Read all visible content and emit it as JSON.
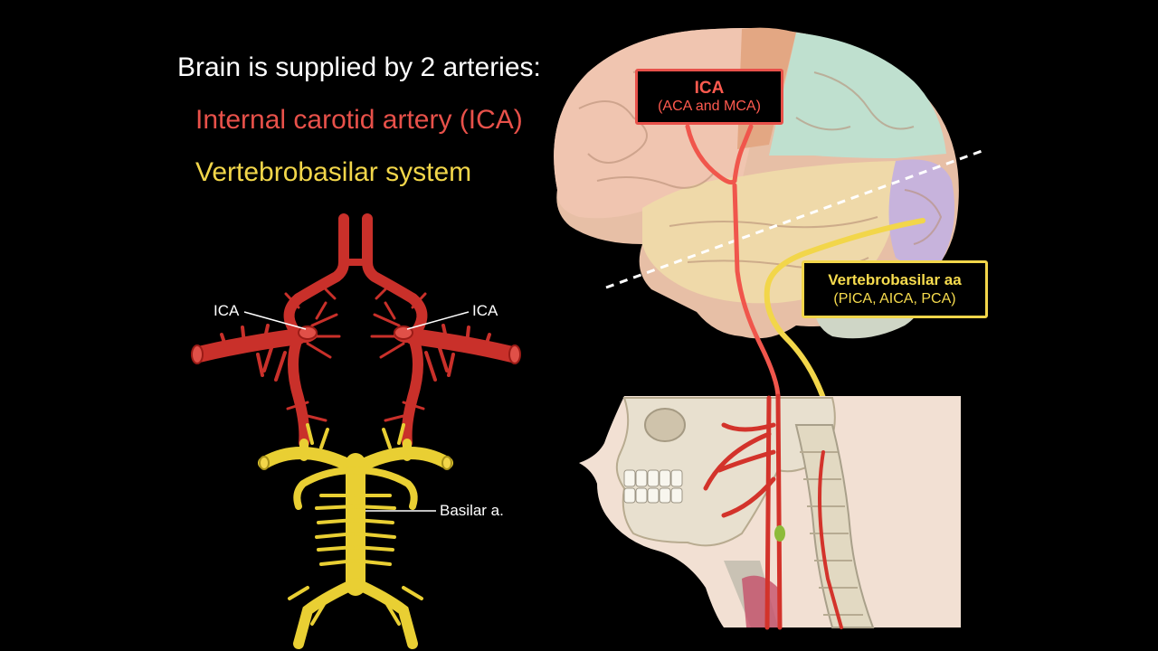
{
  "title": {
    "heading": "Brain is supplied by 2 arteries:",
    "item1": "Internal carotid artery (ICA)",
    "item2": "Vertebrobasilar system"
  },
  "labels": {
    "ica_left": "ICA",
    "ica_right": "ICA",
    "basilar": "Basilar a."
  },
  "ica_box": {
    "title": "ICA",
    "subtitle": "(ACA and MCA)"
  },
  "vb_box": {
    "title": "Vertebrobasilar aa",
    "subtitle": "(PICA, AICA, PCA)"
  },
  "colors": {
    "ica": "#e8514a",
    "vertebrobasilar": "#f2d64a",
    "background": "#000000",
    "text": "#ffffff"
  }
}
